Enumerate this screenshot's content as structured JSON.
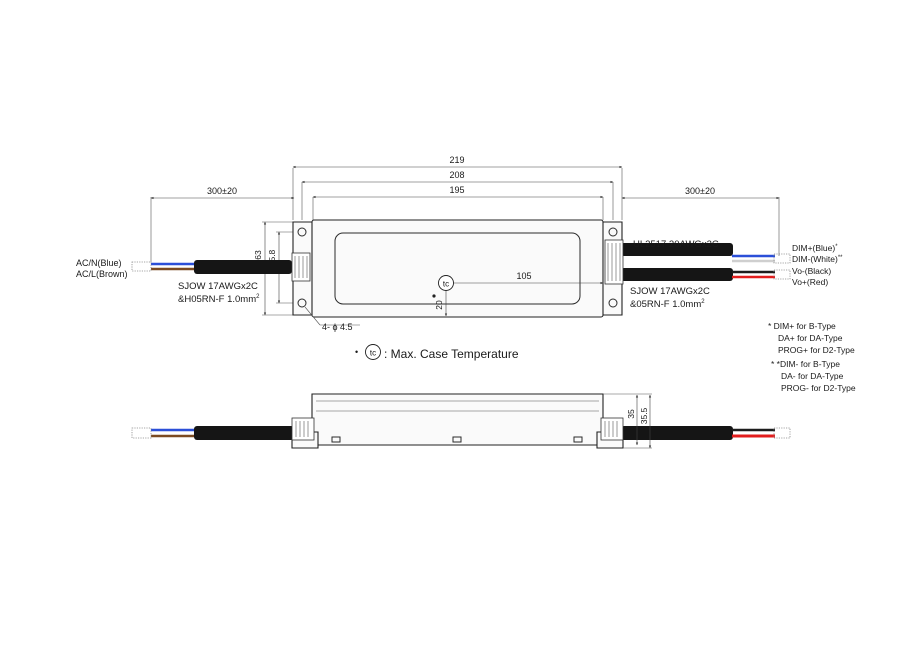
{
  "dimensions": {
    "overall_mounting": "219",
    "overall_body": "208",
    "body_length": "195",
    "left_cable": "300±20",
    "right_cable": "300±20",
    "height_63": "63",
    "height_45_8": "45.8",
    "tc_offset_x": "105",
    "tc_offset_y": "20",
    "holes": "4- ϕ 4.5",
    "side_height_35": "35",
    "side_height_35_5": "35.5"
  },
  "input_cable": {
    "wire_n": "AC/N(Blue)",
    "wire_l": "AC/L(Brown)",
    "spec_1": "SJOW 17AWGx2C",
    "spec_2": "&H05RN-F 1.0mm",
    "spec_2_sup": "2"
  },
  "output_cables": {
    "dim_cable_spec": "UL2517 20AWGx2C",
    "dim_plus": "DIM+(Blue)",
    "dim_plus_mark": "*",
    "dim_minus": "DIM-(White)",
    "dim_minus_mark": "**",
    "vo_minus": "Vo-(Black)",
    "vo_plus": "Vo+(Red)",
    "out_spec_1": "SJOW 17AWGx2C",
    "out_spec_2": "&05RN-F 1.0mm",
    "out_spec_2_sup": "2"
  },
  "tc": {
    "symbol": "tc",
    "bullet": "•",
    "legend": ": Max. Case Temperature"
  },
  "notes": [
    "* DIM+ for B-Type",
    "DA+ for DA-Type",
    "PROG+ for D2-Type",
    "* *DIM- for B-Type",
    "DA- for DA-Type",
    "PROG- for D2-Type"
  ],
  "colors": {
    "blue": "#2b4fd8",
    "brown": "#7a4a22",
    "white": "#e8e8e8",
    "black": "#1c1c1c",
    "red": "#e21d1d",
    "cable_jacket": "#151515"
  }
}
